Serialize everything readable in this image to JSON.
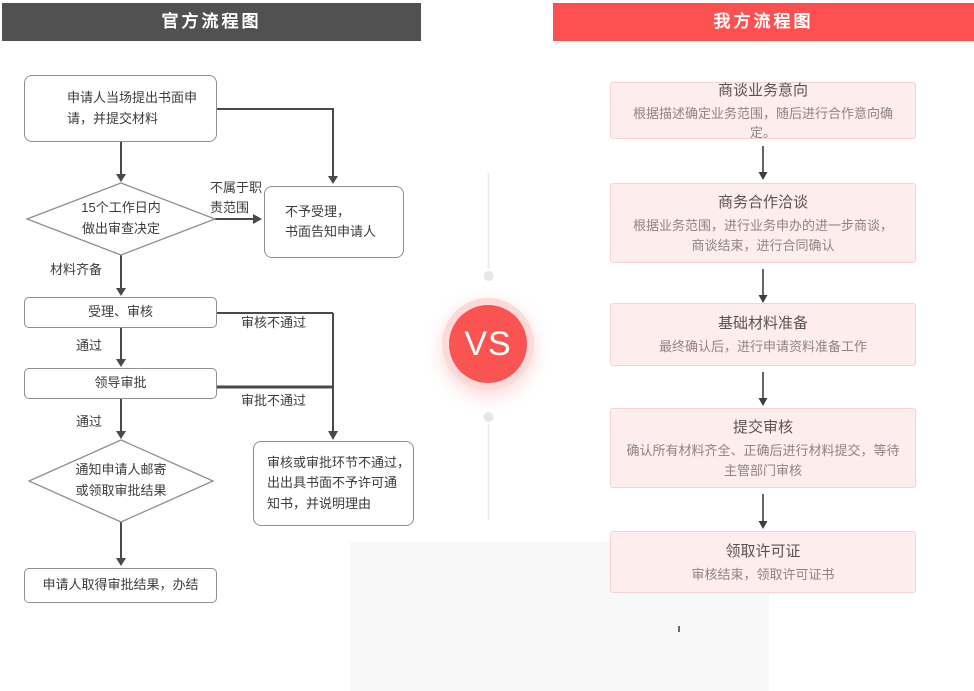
{
  "headers": {
    "left": "官方流程图",
    "right": "我方流程图"
  },
  "vs_badge": "VS",
  "colors": {
    "header_left_bg": "#515151",
    "header_right_bg": "#fd5151",
    "vs_red": "#f95352",
    "vs_halo": "#fcdada",
    "pink_box_bg": "#fdeded",
    "pink_box_border": "#f8d2d2",
    "box_border": "#8f8f8f",
    "flow_line": "#4a4a4a"
  },
  "official_flow": {
    "box_apply": "申请人当场提出书面申\n请，并提交材料",
    "diamond_review": "15个工作日内\n做出审查决定",
    "label_out_of_scope": "不属于职\n责范围",
    "box_reject": "不予受理，\n书面告知申请人",
    "label_materials_ready": "材料齐备",
    "box_accept": "受理、审核",
    "label_pass_1": "通过",
    "label_audit_fail": "审核不通过",
    "box_leader": "领导审批",
    "label_pass_2": "通过",
    "label_approve_fail": "审批不通过",
    "diamond_notify": "通知申请人邮寄\n或领取审批结果",
    "box_fail_notice": "审核或审批环节不通过，\n出出具书面不予许可通\n知书，并说明理由",
    "box_done": "申请人取得审批结果，办结"
  },
  "our_flow": {
    "steps": [
      {
        "title": "商谈业务意向",
        "desc": "根据描述确定业务范围，随后进行合作意向确定。"
      },
      {
        "title": "商务合作洽谈",
        "desc": "根据业务范围，进行业务申办的进一步商谈，\n商谈结束，进行合同确认"
      },
      {
        "title": "基础材料准备",
        "desc": "最终确认后，进行申请资料准备工作"
      },
      {
        "title": "提交审核",
        "desc": "确认所有材料齐全、正确后进行材料提交，等待\n主管部门审核"
      },
      {
        "title": "领取许可证",
        "desc": "审核结束，领取许可证书"
      }
    ]
  }
}
